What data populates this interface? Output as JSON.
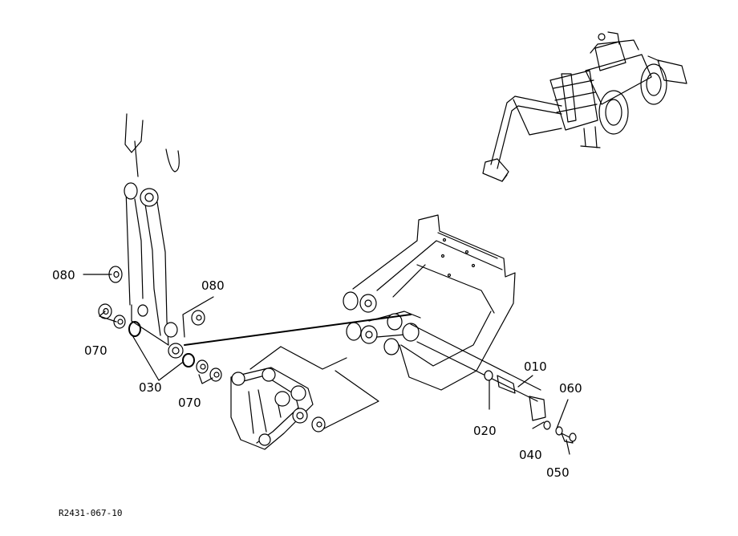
{
  "callouts": {
    "p010": "010",
    "p020": "020",
    "p030": "030",
    "p040": "040",
    "p050": "050",
    "p060": "060",
    "p070_left": "070",
    "p070_bottom": "070",
    "p080_left": "080",
    "p080_right": "080"
  },
  "figure_code": "R2431-067-10"
}
